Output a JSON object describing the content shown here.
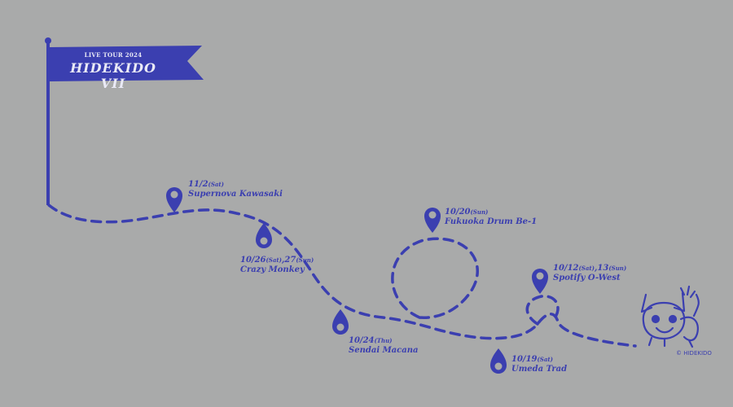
{
  "colors": {
    "background": "#a9aaaa",
    "accent": "#3b3fb0",
    "flag_text": "#eaeaf6"
  },
  "flag": {
    "subtitle": "LIVE TOUR 2024",
    "title": "HIDEKIDO VII"
  },
  "stops": [
    {
      "date": "11/2",
      "day": "(Sat)",
      "venue": "Supernova Kawasaki"
    },
    {
      "date": "10/26",
      "day": "(Sat)",
      "date2": "27",
      "day2": "(Sun)",
      "venue": "Crazy Monkey"
    },
    {
      "date": "10/24",
      "day": "(Thu)",
      "venue": "Sendai Macana"
    },
    {
      "date": "10/20",
      "day": "(Sun)",
      "venue": "Fukuoka Drum Be-1"
    },
    {
      "date": "10/19",
      "day": "(Sat)",
      "venue": "Umeda Trad"
    },
    {
      "date": "10/12",
      "day": "(Sat)",
      "date2": "13",
      "day2": "(Sun)",
      "venue": "Spotify O-West"
    }
  ],
  "mascot": {
    "icon": "cartoon-dog-icon"
  },
  "copyright": "© HIDEKIDO"
}
